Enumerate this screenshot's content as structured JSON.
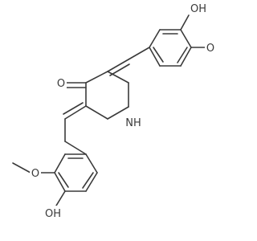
{
  "molecule": {
    "atoms": {
      "oh_top": "OH",
      "o_methoxy_top": "O",
      "o_carbonyl": "O",
      "nh": "NH",
      "o_methoxy_bottom": "O",
      "oh_bottom": "OH"
    }
  }
}
